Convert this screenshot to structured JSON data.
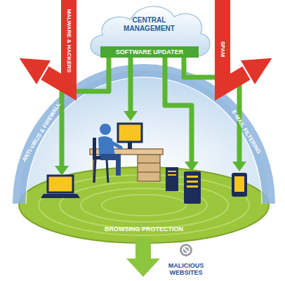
{
  "diagram": {
    "nodes": [
      {
        "text": [
          "CENTRAL MANAGEMENT"
        ]
      },
      {
        "text": [
          "SOFTWARE UPDATER"
        ],
        "in": 0
      }
    ],
    "labels": [
      "MALWARE & HACKERS",
      "SPAM",
      "ANTI-VIRUS & FIREWALL",
      "E-MAIL FILTERING",
      "BROWSING PROTECTION",
      "MALICIOUS WEBSITES"
    ]
  }
}
